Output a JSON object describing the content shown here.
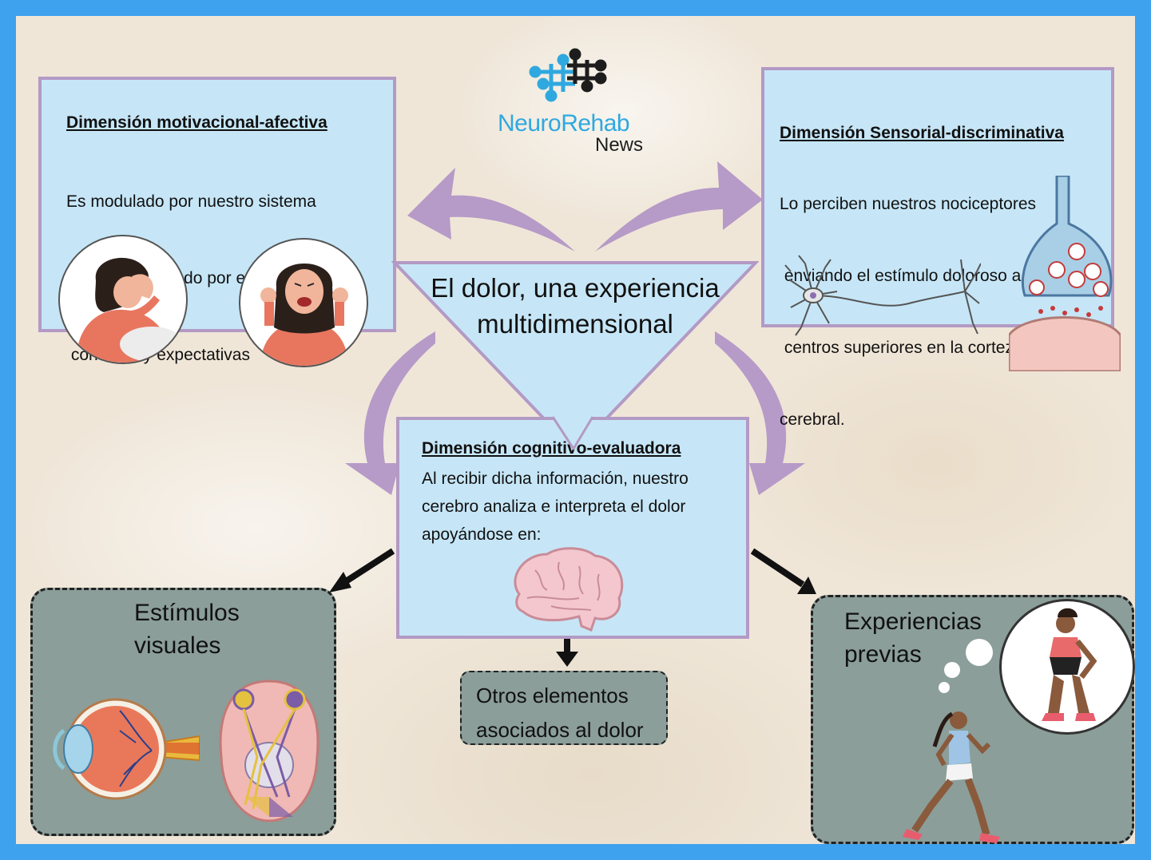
{
  "logo": {
    "name": "NeuroRehab",
    "sub": "News",
    "accent": "#2fa8e0",
    "dark": "#1d1d1d"
  },
  "center": {
    "line1": "El dolor, una experiencia",
    "line2": "multidimensional"
  },
  "motivational": {
    "title": "Dimensión motivacional-afectiva",
    "lines": [
      "Es modulado por nuestro sistema",
      "límbico, modulado por emociones,",
      " conducta y expectativas"
    ],
    "icons": [
      "sad-woman-icon",
      "angry-woman-icon"
    ]
  },
  "sensorial": {
    "title": "Dimensión Sensorial-discriminativa",
    "lines": [
      "Lo perciben nuestros nociceptores",
      " enviando el estímulo doloroso a",
      " centros superiores en la corteza",
      "cerebral."
    ],
    "icons": [
      "neuron-icon",
      "synapse-icon"
    ]
  },
  "cognitive": {
    "title": "Dimensión cognitivo-evaluadora",
    "lines": [
      "Al recibir dicha información, nuestro",
      "cerebro analiza e interpreta el dolor",
      "apoyándose en:"
    ],
    "icons": [
      "brain-icon"
    ]
  },
  "visual": {
    "lines": [
      "Estímulos",
      "visuales"
    ],
    "icons": [
      "eye-icon",
      "visual-pathway-brain-icon"
    ]
  },
  "previous": {
    "lines": [
      "Experiencias",
      "previas"
    ],
    "icons": [
      "runner-icon",
      "injured-knee-icon",
      "thought-bubble-icon"
    ]
  },
  "others": {
    "lines": [
      "Otros elementos",
      "asociados al dolor"
    ]
  },
  "colors": {
    "border": "#3ea2ee",
    "panel": "#c6e6f7",
    "panel_border": "#b39ac5",
    "arrow": "#b69ac7",
    "gray_box": "#8b9e99"
  }
}
